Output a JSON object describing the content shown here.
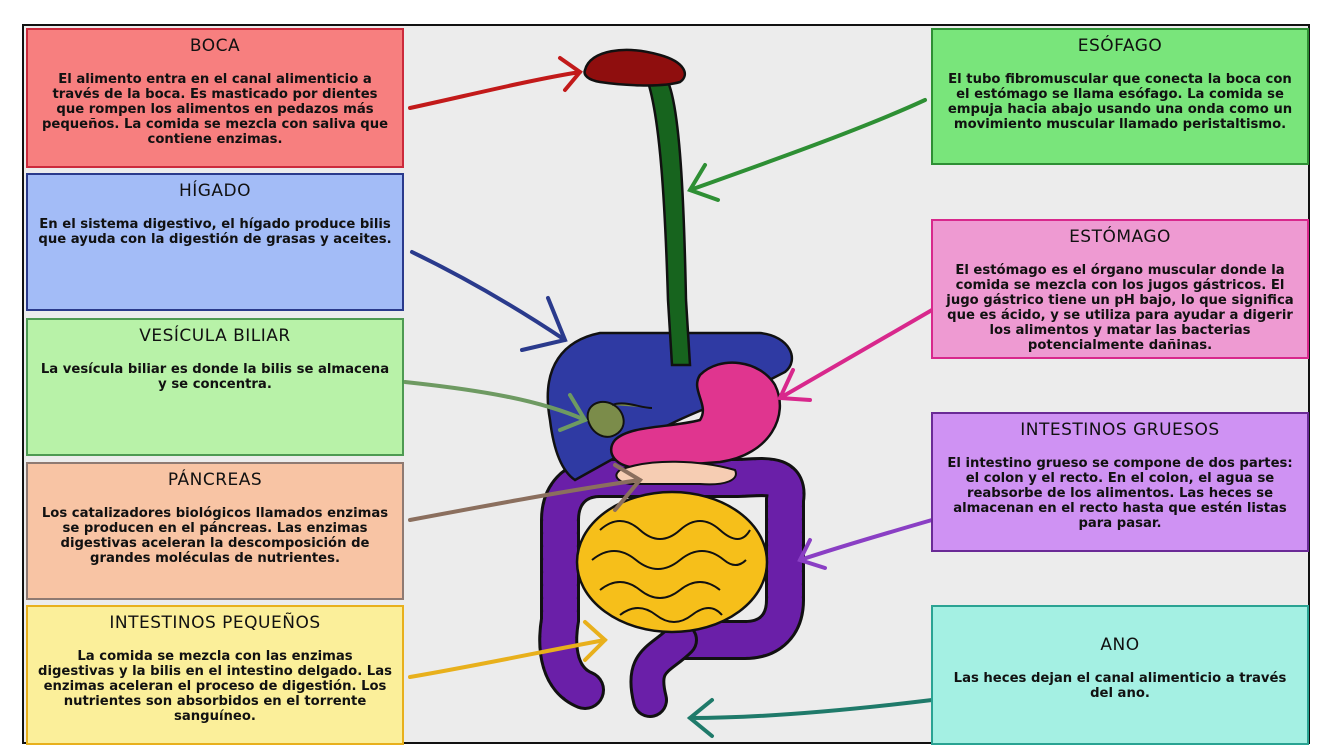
{
  "colors": {
    "boca": "#f77f7f",
    "boca_border": "#cc2a3c",
    "higado": "#a3bcf7",
    "higado_border": "#2a3a8c",
    "vesicula": "#b8f2a8",
    "vesicula_border": "#4e9a52",
    "pancreas": "#f8c4a4",
    "pancreas_border": "#8f7a72",
    "intestinos_pequenos": "#fbef9a",
    "intestinos_pequenos_border": "#e8b01c",
    "esofago": "#79e57b",
    "esofago_border": "#2e8f34",
    "estomago": "#ee9ad2",
    "estomago_border": "#d8288c",
    "intestinos_gruesos": "#cf92f3",
    "intestinos_gruesos_border": "#6a2a96",
    "ano": "#a4f0e3",
    "ano_border": "#2aa393"
  },
  "boxes": {
    "boca": {
      "title": "BOCA",
      "body": "El alimento entra en el canal alimenticio a través de la boca. Es masticado por dientes que rompen los alimentos en pedazos más pequeños. La comida se mezcla con saliva que contiene enzimas."
    },
    "higado": {
      "title": "HÍGADO",
      "body": "En el sistema digestivo, el hígado produce bilis que ayuda con la digestión de grasas y aceites."
    },
    "vesicula": {
      "title": "VESÍCULA BILIAR",
      "body": "La vesícula biliar es donde la bilis se almacena y se concentra."
    },
    "pancreas": {
      "title": "PÁNCREAS",
      "body": "Los catalizadores biológicos llamados enzimas se producen en el páncreas. Las enzimas digestivas aceleran la descomposición de grandes moléculas de nutrientes."
    },
    "intestinos_pequenos": {
      "title": "INTESTINOS PEQUEÑOS",
      "body": "La comida se mezcla con las enzimas digestivas y la bilis en el intestino delgado. Las enzimas aceleran el proceso de digestión. Los nutrientes son absorbidos en el torrente sanguíneo."
    },
    "esofago": {
      "title": "ESÓFAGO",
      "body": "El tubo fibromuscular que conecta la boca con el estómago se llama esófago. La comida se empuja hacia abajo usando una onda como un movimiento muscular llamado peristaltismo."
    },
    "estomago": {
      "title": "ESTÓMAGO",
      "body": "El estómago es el órgano muscular donde la comida se mezcla con los jugos gástricos. El jugo gástrico tiene un pH bajo, lo que significa que es ácido, y se utiliza para ayudar a digerir los alimentos y matar las bacterias potencialmente dañinas."
    },
    "intestinos_gruesos": {
      "title": "INTESTINOS GRUESOS",
      "body": "El intestino grueso se compone de dos partes: el colon y el recto. En el colon, el agua se reabsorbe de los alimentos. Las heces se almacenan en el recto hasta que estén listas para pasar."
    },
    "ano": {
      "title": "ANO",
      "body": "Las heces dejan el canal alimenticio a través del ano."
    }
  }
}
